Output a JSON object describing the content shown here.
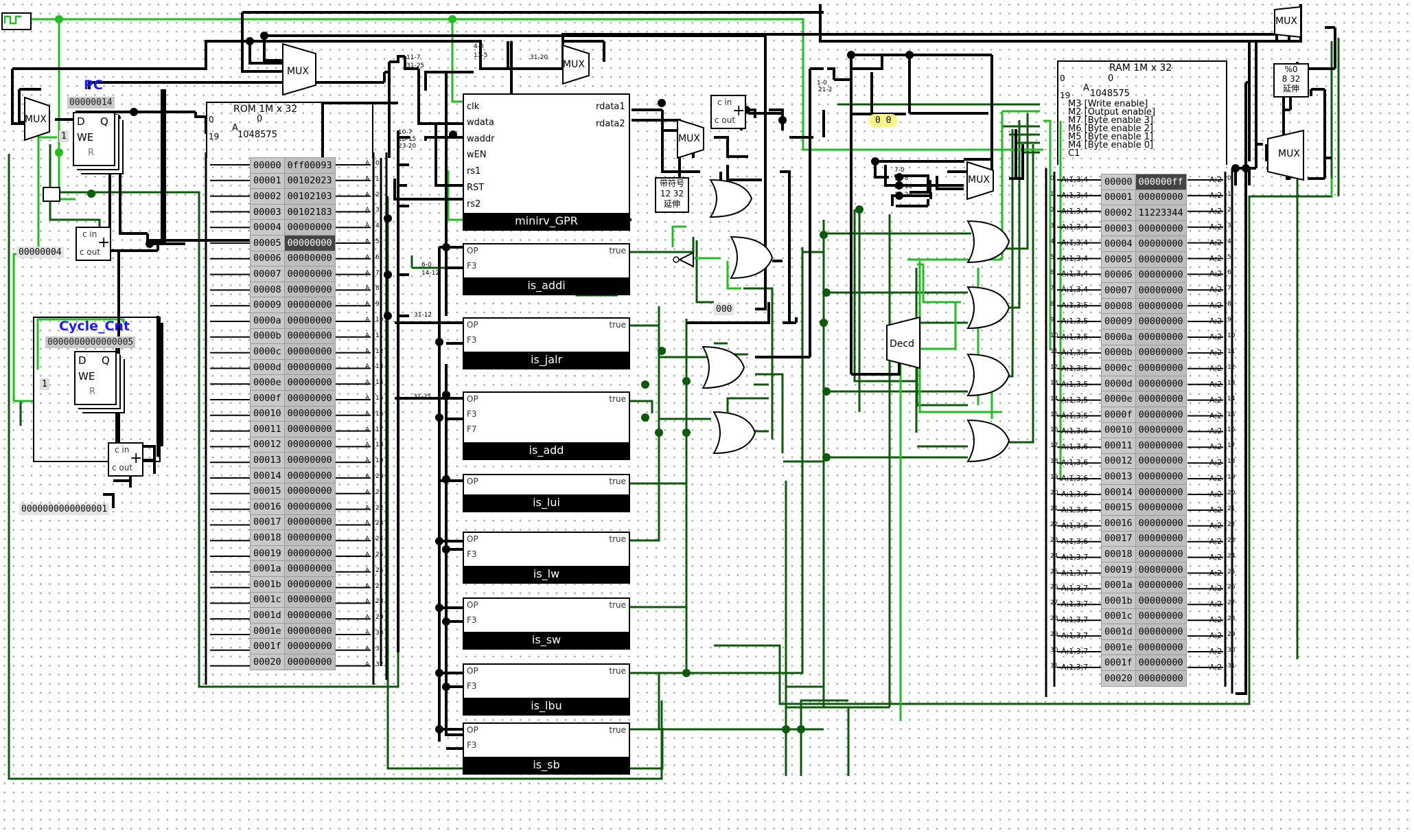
{
  "blocks": {
    "pc": {
      "title": "PC",
      "value": "00000014",
      "pins": [
        "D",
        "Q",
        "WE",
        "R"
      ]
    },
    "cycle": {
      "title": "Cycle_Cnt",
      "value": "0000000000000005",
      "pins": [
        "D",
        "Q",
        "WE",
        "R"
      ]
    },
    "pc_inc_const": "00000004",
    "cycle_inc_const": "0000000000000001",
    "we_const_pc": "1",
    "we_const_cycle": "1"
  },
  "rom": {
    "title": "ROM 1M x 32",
    "addr_top": "0",
    "addr_bottom": "1048575",
    "pin_a": "A",
    "pin_19": "19",
    "pin_0": "0",
    "selected_row": 5,
    "rows": [
      [
        "00000",
        "0ff00093"
      ],
      [
        "00001",
        "00102023"
      ],
      [
        "00002",
        "00102103"
      ],
      [
        "00003",
        "00102183"
      ],
      [
        "00004",
        "00000000"
      ],
      [
        "00005",
        "00000000"
      ],
      [
        "00006",
        "00000000"
      ],
      [
        "00007",
        "00000000"
      ],
      [
        "00008",
        "00000000"
      ],
      [
        "00009",
        "00000000"
      ],
      [
        "0000a",
        "00000000"
      ],
      [
        "0000b",
        "00000000"
      ],
      [
        "0000c",
        "00000000"
      ],
      [
        "0000d",
        "00000000"
      ],
      [
        "0000e",
        "00000000"
      ],
      [
        "0000f",
        "00000000"
      ],
      [
        "00010",
        "00000000"
      ],
      [
        "00011",
        "00000000"
      ],
      [
        "00012",
        "00000000"
      ],
      [
        "00013",
        "00000000"
      ],
      [
        "00014",
        "00000000"
      ],
      [
        "00015",
        "00000000"
      ],
      [
        "00016",
        "00000000"
      ],
      [
        "00017",
        "00000000"
      ],
      [
        "00018",
        "00000000"
      ],
      [
        "00019",
        "00000000"
      ],
      [
        "0001a",
        "00000000"
      ],
      [
        "0001b",
        "00000000"
      ],
      [
        "0001c",
        "00000000"
      ],
      [
        "0001d",
        "00000000"
      ],
      [
        "0001e",
        "00000000"
      ],
      [
        "0001f",
        "00000000"
      ],
      [
        "00020",
        "00000000"
      ]
    ]
  },
  "gpr": {
    "name": "minirv_GPR",
    "inputs": [
      "clk",
      "wdata",
      "waddr",
      "wEN",
      "rs1",
      "RST",
      "rs2"
    ],
    "outputs": [
      "rdata1",
      "rdata2"
    ]
  },
  "decoders": [
    {
      "name": "is_addi",
      "inputs": [
        "OP",
        "F3"
      ],
      "out": "true"
    },
    {
      "name": "is_jalr",
      "inputs": [
        "OP",
        "F3"
      ],
      "out": "true"
    },
    {
      "name": "is_add",
      "inputs": [
        "OP",
        "F3",
        "F7"
      ],
      "out": "true"
    },
    {
      "name": "is_lui",
      "inputs": [
        "OP"
      ],
      "out": "true"
    },
    {
      "name": "is_lw",
      "inputs": [
        "OP",
        "F3"
      ],
      "out": "true"
    },
    {
      "name": "is_sw",
      "inputs": [
        "OP",
        "F3"
      ],
      "out": "true"
    },
    {
      "name": "is_lbu",
      "inputs": [
        "OP",
        "F3"
      ],
      "out": "true"
    },
    {
      "name": "is_sb",
      "inputs": [
        "OP",
        "F3"
      ],
      "out": "true"
    }
  ],
  "ram": {
    "title": "RAM 1M x 32",
    "addr_top": "0",
    "addr_bottom": "1048575",
    "pin_a": "A",
    "pin_19": "19",
    "pin_0": "0",
    "controls": [
      "M3 [Write enable]",
      "M2 [Output enable]",
      "M7 [Byte enable 3]",
      "M6 [Byte enable 2]",
      "M5 [Byte enable 1]",
      "M4 [Byte enable 0]",
      "C1"
    ],
    "selected_row": 0,
    "rows": [
      [
        "00000",
        "000000ff"
      ],
      [
        "00001",
        "00000000"
      ],
      [
        "00002",
        "11223344"
      ],
      [
        "00003",
        "00000000"
      ],
      [
        "00004",
        "00000000"
      ],
      [
        "00005",
        "00000000"
      ],
      [
        "00006",
        "00000000"
      ],
      [
        "00007",
        "00000000"
      ],
      [
        "00008",
        "00000000"
      ],
      [
        "00009",
        "00000000"
      ],
      [
        "0000a",
        "00000000"
      ],
      [
        "0000b",
        "00000000"
      ],
      [
        "0000c",
        "00000000"
      ],
      [
        "0000d",
        "00000000"
      ],
      [
        "0000e",
        "00000000"
      ],
      [
        "0000f",
        "00000000"
      ],
      [
        "00010",
        "00000000"
      ],
      [
        "00011",
        "00000000"
      ],
      [
        "00012",
        "00000000"
      ],
      [
        "00013",
        "00000000"
      ],
      [
        "00014",
        "00000000"
      ],
      [
        "00015",
        "00000000"
      ],
      [
        "00016",
        "00000000"
      ],
      [
        "00017",
        "00000000"
      ],
      [
        "00018",
        "00000000"
      ],
      [
        "00019",
        "00000000"
      ],
      [
        "0001a",
        "00000000"
      ],
      [
        "0001b",
        "00000000"
      ],
      [
        "0001c",
        "00000000"
      ],
      [
        "0001d",
        "00000000"
      ],
      [
        "0001e",
        "00000000"
      ],
      [
        "0001f",
        "00000000"
      ],
      [
        "00020",
        "00000000"
      ]
    ],
    "left_pin_labels": [
      "A;1,3,4",
      "A;1,3,4",
      "A;1,3,4",
      "A;1,3,4",
      "A;1,3,4",
      "A;1,3,4",
      "A;1,3,4",
      "A;1,3,4",
      "A;1,3,5",
      "A;1,3,5",
      "A;1,3,5",
      "A;1,3,5",
      "A;1,3,5",
      "A;1,3,5",
      "A;1,3,5",
      "A;1,3,5",
      "A;1,3,6",
      "A;1,3,6",
      "A;1,3,6",
      "A;1,3,6",
      "A;1,3,6",
      "A;1,3,6",
      "A;1,3,6",
      "A;1,3,6",
      "A;1,3,7",
      "A;1,3,7",
      "A;1,3,7",
      "A;1,3,7",
      "A;1,3,7",
      "A;1,3,7",
      "A;1,3,7",
      "A;1,3,7"
    ],
    "right_pin_label": "A;2"
  },
  "misc": {
    "mux": "MUX",
    "sign_extend_top": "带符号",
    "sign_extend_bits": "12  32",
    "sign_extend_bottom": "延伸",
    "zero_extend_top": "%0",
    "zero_extend_bits": "8  32",
    "zero_extend_bottom": "延伸",
    "decoder_label": "Decd",
    "adder_cin": "c in",
    "adder_cout": "c out",
    "const_000": "000",
    "probe_value": "0 0",
    "split_labels": [
      "4-0",
      "11-5",
      "11-7",
      "31-25",
      "31-20",
      "10-7",
      "18-15",
      "23-20",
      "6-0",
      "14-12",
      "31-12",
      "31-25",
      "1-0",
      "21-2",
      "7-0",
      "15-8",
      "23-16",
      "31-24"
    ]
  }
}
